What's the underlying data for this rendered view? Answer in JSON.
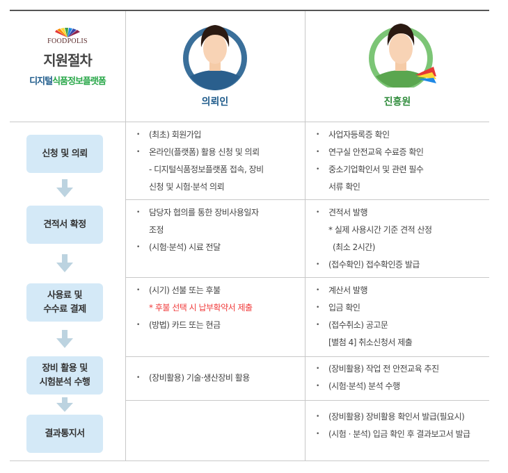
{
  "header": {
    "logo_text": "FOODPOLIS",
    "title": "지원절차",
    "subtitle_part1": "디지털",
    "subtitle_part2": "식품정보플랫폼",
    "requester": "의뢰인",
    "agency": "진흥원",
    "colors": {
      "requester": "#1d5a8a",
      "agency": "#2e8b3a",
      "step_box": "#d4e9f7",
      "arrow": "#bcd3e0",
      "note": "#f03c3c"
    }
  },
  "steps": [
    {
      "label": "신청 및 의뢰"
    },
    {
      "label": "견적서 확정"
    },
    {
      "label": "사용료 및\n수수료 결제"
    },
    {
      "label": "장비 활용 및\n시험분석 수행"
    },
    {
      "label": "결과통지서"
    }
  ],
  "rows": [
    {
      "requester": [
        "(최초) 회원가입",
        "온라인(플랫폼) 활용 신청 및 의뢰",
        "- 디지털식품정보플랫폼 접속, 장비",
        "신청 및 시험·분석 의뢰"
      ],
      "agency": [
        "사업자등록증 확인",
        "연구실 안전교육 수료증 확인",
        "중소기업확인서 및 관련 필수",
        "서류 확인"
      ]
    },
    {
      "requester": [
        "담당자 협의를 통한 장비사용일자",
        "조정",
        "(시험·분석) 시료 전달"
      ],
      "agency": [
        "견적서 발행",
        "* 실제 사용시간 기준 견적 산정",
        "(최소 2시간)",
        "(접수확인) 접수확인증 발급"
      ]
    },
    {
      "requester": [
        "(시기) 선불 또는 후불",
        "* 후불 선택 시 납부확약서 제출",
        "(방법) 카드 또는 현금"
      ],
      "agency": [
        "계산서 발행",
        "입금 확인",
        "(접수취소) 공고문",
        "[별첨 4] 취소신청서 제출"
      ]
    },
    {
      "requester": [
        "(장비활용) 기술·생산장비 활용"
      ],
      "agency": [
        "(장비활용) 작업 전 안전교육 추진",
        "(시험·분석) 분석 수행"
      ]
    },
    {
      "requester": [],
      "agency": [
        "(장비활용) 장비활용 확인서 발급(필요시)",
        "(시험 · 분석) 입금 확인 후 결과보고서 발급"
      ]
    }
  ]
}
